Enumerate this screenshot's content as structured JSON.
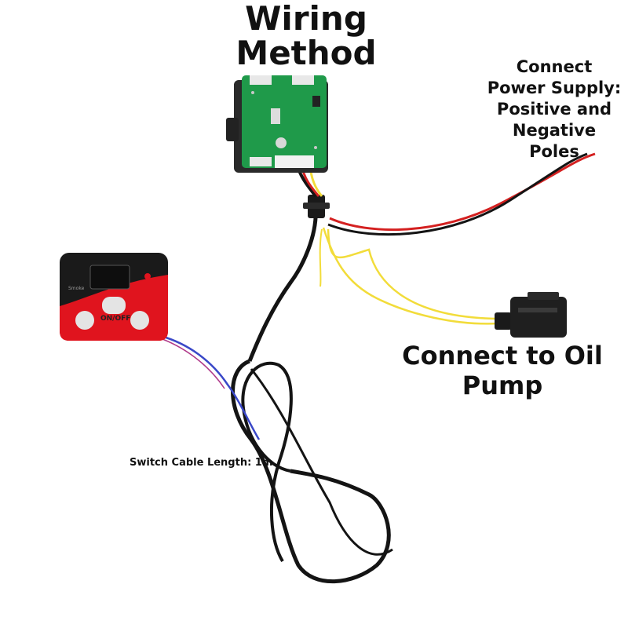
{
  "title": {
    "line1": "Wiring",
    "line2": "Method"
  },
  "power_label": {
    "line1": "Connect",
    "line2": "Power Supply:",
    "line3": "Positive and",
    "line4": "Negative",
    "line5": "Poles"
  },
  "pump_label": {
    "line1": "Connect to Oil",
    "line2": "Pump"
  },
  "cable_label": "Switch Cable Length: 1m",
  "panel": {
    "button_label": "ON/OFF",
    "brand_text": "Smoke"
  },
  "colors": {
    "board_green": "#1f9a4a",
    "panel_red": "#e0141e",
    "panel_black": "#1a1a1a",
    "wire_red": "#d42020",
    "wire_yellow": "#f2dc3a",
    "wire_black": "#141414",
    "wire_blue": "#3a48c8"
  }
}
